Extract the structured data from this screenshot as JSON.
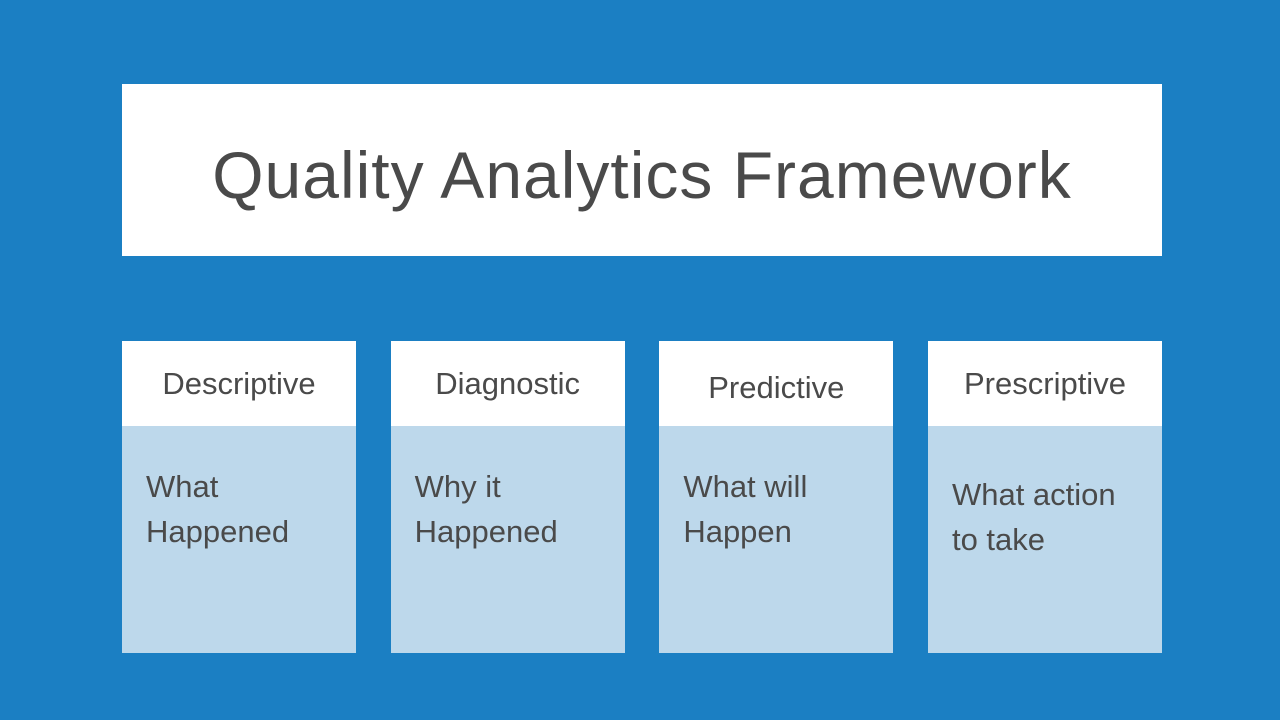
{
  "slide": {
    "title": "Quality Analytics Framework",
    "colors": {
      "background": "#1B7FC3",
      "card_white": "#FFFFFF",
      "card_body_blue": "#BDD8EB",
      "text_dark": "#4A4A4A"
    },
    "columns": [
      {
        "header": "Descriptive",
        "body": "What\nHappened"
      },
      {
        "header": "Diagnostic",
        "body": "Why it\nHappened"
      },
      {
        "header": "Predictive",
        "body": "What will\nHappen"
      },
      {
        "header": "Prescriptive",
        "body": "What action\nto take"
      }
    ]
  }
}
